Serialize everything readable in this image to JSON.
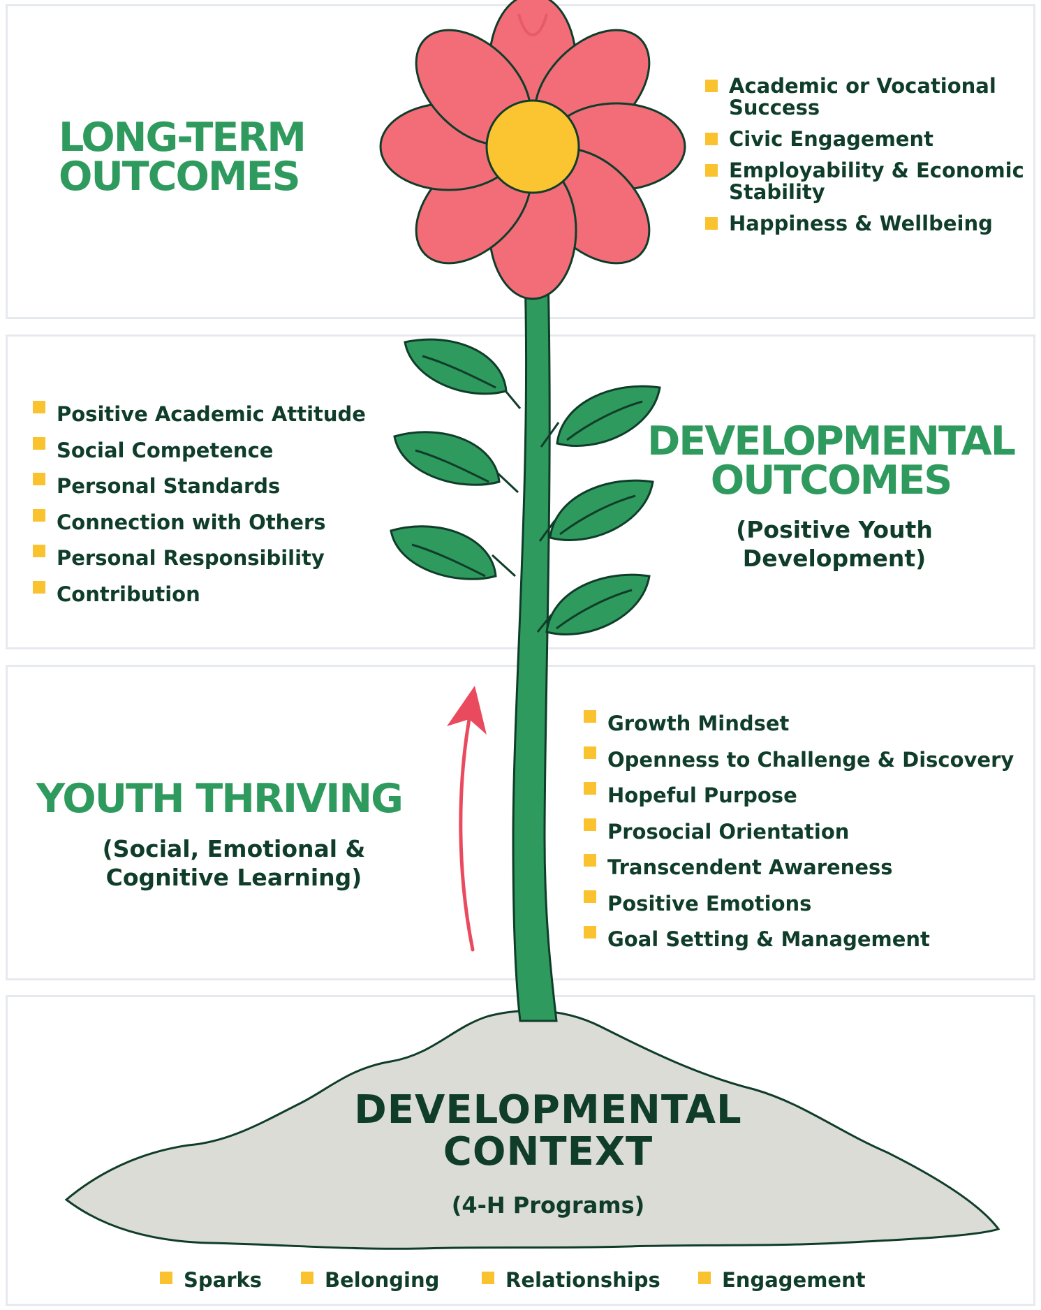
{
  "long_term": {
    "heading_line1": "LONG-TERM",
    "heading_line2": "OUTCOMES",
    "items": [
      "Academic or Vocational Success",
      "Civic Engagement",
      "Employability & Economic Stability",
      "Happiness & Wellbeing"
    ]
  },
  "developmental": {
    "heading_line1": "DEVELOPMENTAL",
    "heading_line2": "OUTCOMES",
    "sub_line1": "(Positive Youth",
    "sub_line2": "Development)",
    "items": [
      "Positive Academic Attitude",
      "Social Competence",
      "Personal Standards",
      "Connection with Others",
      "Personal Responsibility",
      "Contribution"
    ]
  },
  "thriving": {
    "heading": "YOUTH THRIVING",
    "sub_line1": "(Social, Emotional &",
    "sub_line2": "Cognitive Learning)",
    "items": [
      "Growth Mindset",
      "Openness to Challenge & Discovery",
      "Hopeful Purpose",
      "Prosocial Orientation",
      "Transcendent Awareness",
      "Positive Emotions",
      "Goal Setting & Management"
    ]
  },
  "context": {
    "heading_line1": "DEVELOPMENTAL",
    "heading_line2": "CONTEXT",
    "sub": "(4-H Programs)",
    "items": [
      "Sparks",
      "Belonging",
      "Relationships",
      "Engagement"
    ]
  },
  "colors": {
    "heading_green": "#2f9a5e",
    "dark_green": "#0f3d2a",
    "bullet": "#f9c22e",
    "petal": "#f26d78",
    "center": "#fbc531",
    "stem": "#2f9a5e",
    "leaf": "#2f9a5e",
    "soil": "#dcdcd6",
    "arrow": "#ea4a5e"
  },
  "icons": [
    "flower-icon",
    "stem-icon",
    "leaf-icon",
    "soil-mound-icon",
    "growth-arrow-icon"
  ]
}
